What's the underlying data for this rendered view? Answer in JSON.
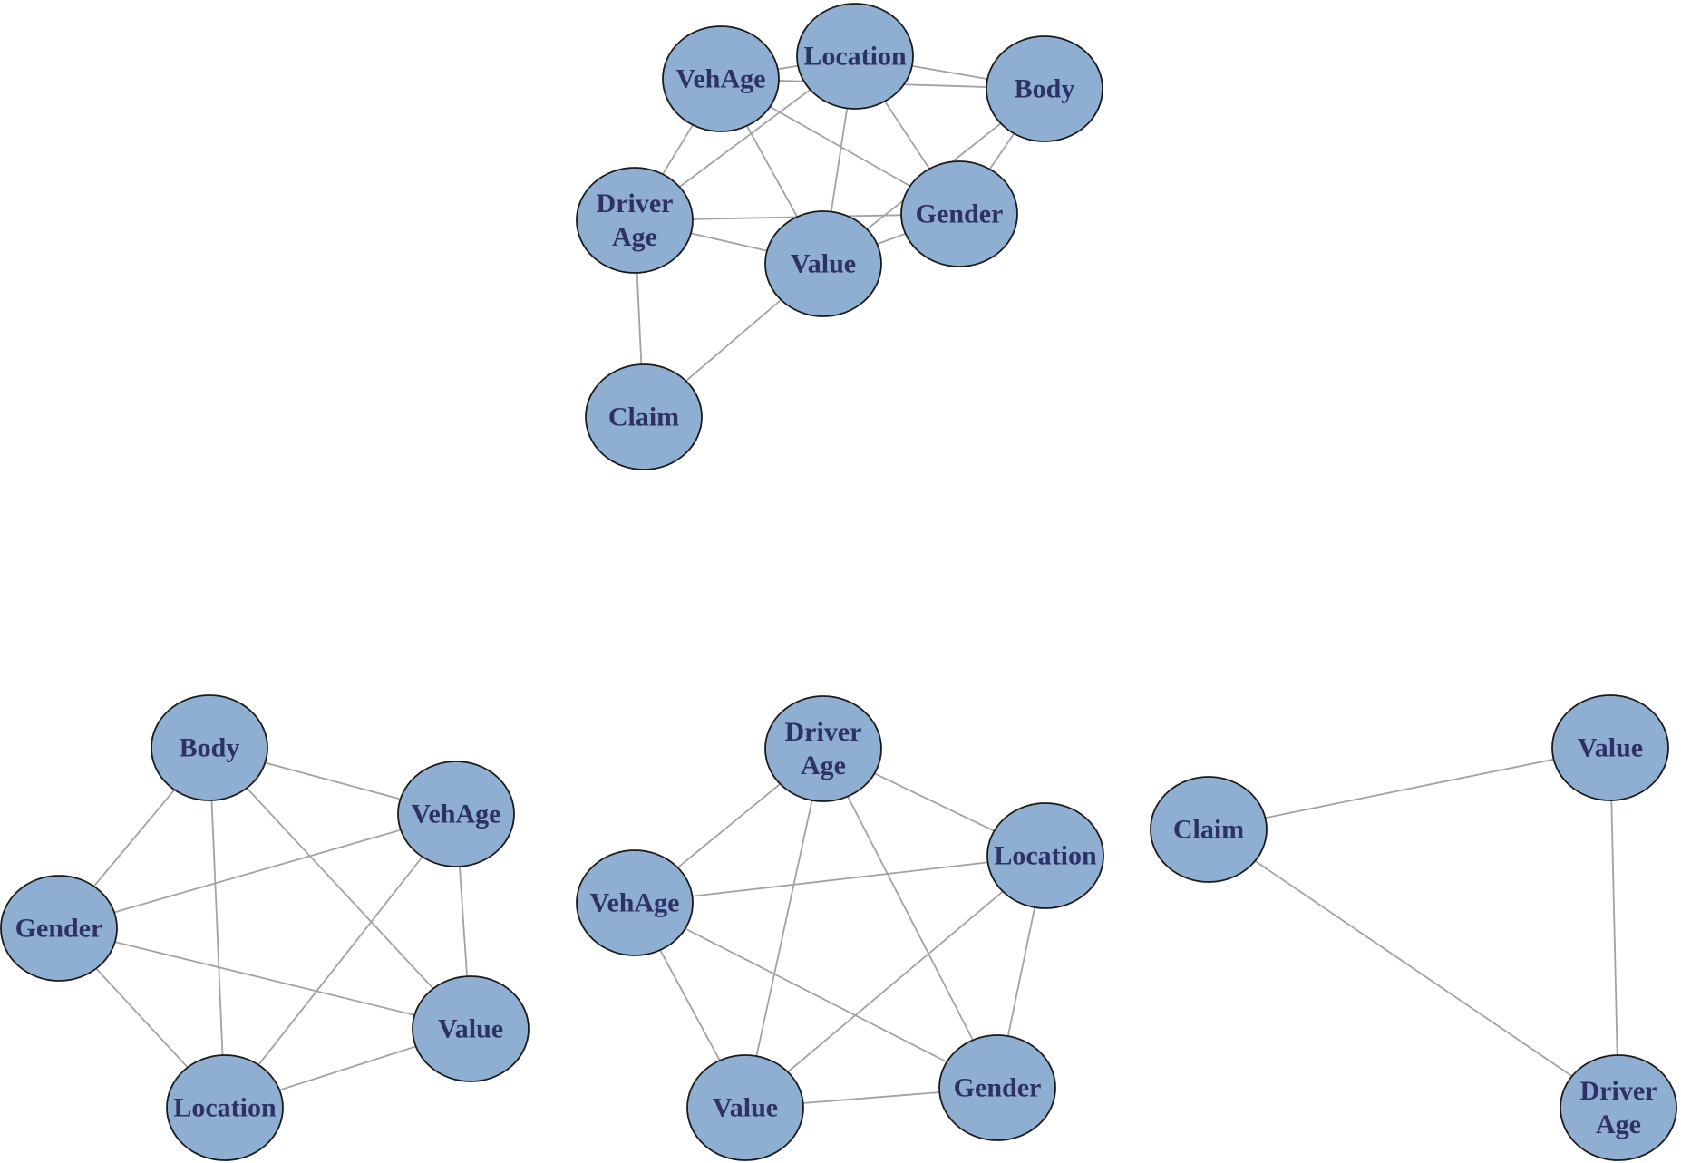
{
  "graphs": [
    {
      "id": "graph-top",
      "nodes": [
        {
          "id": "vehage",
          "label": [
            "VehAge"
          ]
        },
        {
          "id": "location",
          "label": [
            "Location"
          ]
        },
        {
          "id": "body",
          "label": [
            "Body"
          ]
        },
        {
          "id": "driverage",
          "label": [
            "Driver",
            "Age"
          ]
        },
        {
          "id": "gender",
          "label": [
            "Gender"
          ]
        },
        {
          "id": "value",
          "label": [
            "Value"
          ]
        },
        {
          "id": "claim",
          "label": [
            "Claim"
          ]
        }
      ],
      "edges": [
        [
          "vehage",
          "location"
        ],
        [
          "vehage",
          "body"
        ],
        [
          "vehage",
          "driverage"
        ],
        [
          "vehage",
          "value"
        ],
        [
          "vehage",
          "gender"
        ],
        [
          "location",
          "body"
        ],
        [
          "location",
          "driverage"
        ],
        [
          "location",
          "value"
        ],
        [
          "location",
          "gender"
        ],
        [
          "body",
          "gender"
        ],
        [
          "body",
          "value"
        ],
        [
          "driverage",
          "value"
        ],
        [
          "driverage",
          "gender"
        ],
        [
          "driverage",
          "claim"
        ],
        [
          "value",
          "gender"
        ],
        [
          "value",
          "claim"
        ]
      ]
    },
    {
      "id": "graph-bottom-left",
      "nodes": [
        {
          "id": "body",
          "label": [
            "Body"
          ]
        },
        {
          "id": "vehage",
          "label": [
            "VehAge"
          ]
        },
        {
          "id": "gender",
          "label": [
            "Gender"
          ]
        },
        {
          "id": "value",
          "label": [
            "Value"
          ]
        },
        {
          "id": "location",
          "label": [
            "Location"
          ]
        }
      ],
      "edges": [
        [
          "body",
          "vehage"
        ],
        [
          "body",
          "gender"
        ],
        [
          "body",
          "location"
        ],
        [
          "body",
          "value"
        ],
        [
          "vehage",
          "gender"
        ],
        [
          "vehage",
          "value"
        ],
        [
          "vehage",
          "location"
        ],
        [
          "gender",
          "value"
        ],
        [
          "gender",
          "location"
        ],
        [
          "value",
          "location"
        ]
      ]
    },
    {
      "id": "graph-bottom-middle",
      "nodes": [
        {
          "id": "driverage",
          "label": [
            "Driver",
            "Age"
          ]
        },
        {
          "id": "location",
          "label": [
            "Location"
          ]
        },
        {
          "id": "vehage",
          "label": [
            "VehAge"
          ]
        },
        {
          "id": "gender",
          "label": [
            "Gender"
          ]
        },
        {
          "id": "value",
          "label": [
            "Value"
          ]
        }
      ],
      "edges": [
        [
          "driverage",
          "location"
        ],
        [
          "driverage",
          "vehage"
        ],
        [
          "driverage",
          "value"
        ],
        [
          "driverage",
          "gender"
        ],
        [
          "vehage",
          "location"
        ],
        [
          "vehage",
          "gender"
        ],
        [
          "vehage",
          "value"
        ],
        [
          "location",
          "value"
        ],
        [
          "location",
          "gender"
        ],
        [
          "value",
          "gender"
        ]
      ]
    },
    {
      "id": "graph-bottom-right",
      "nodes": [
        {
          "id": "claim",
          "label": [
            "Claim"
          ]
        },
        {
          "id": "value",
          "label": [
            "Value"
          ]
        },
        {
          "id": "driverage",
          "label": [
            "Driver",
            "Age"
          ]
        }
      ],
      "edges": [
        [
          "claim",
          "value"
        ],
        [
          "claim",
          "driverage"
        ],
        [
          "value",
          "driverage"
        ]
      ]
    }
  ],
  "style": {
    "node_fill": "#8fafd2",
    "node_stroke": "#1a1a1a",
    "label_color": "#2e3165",
    "edge_color": "#a2a2a2"
  }
}
